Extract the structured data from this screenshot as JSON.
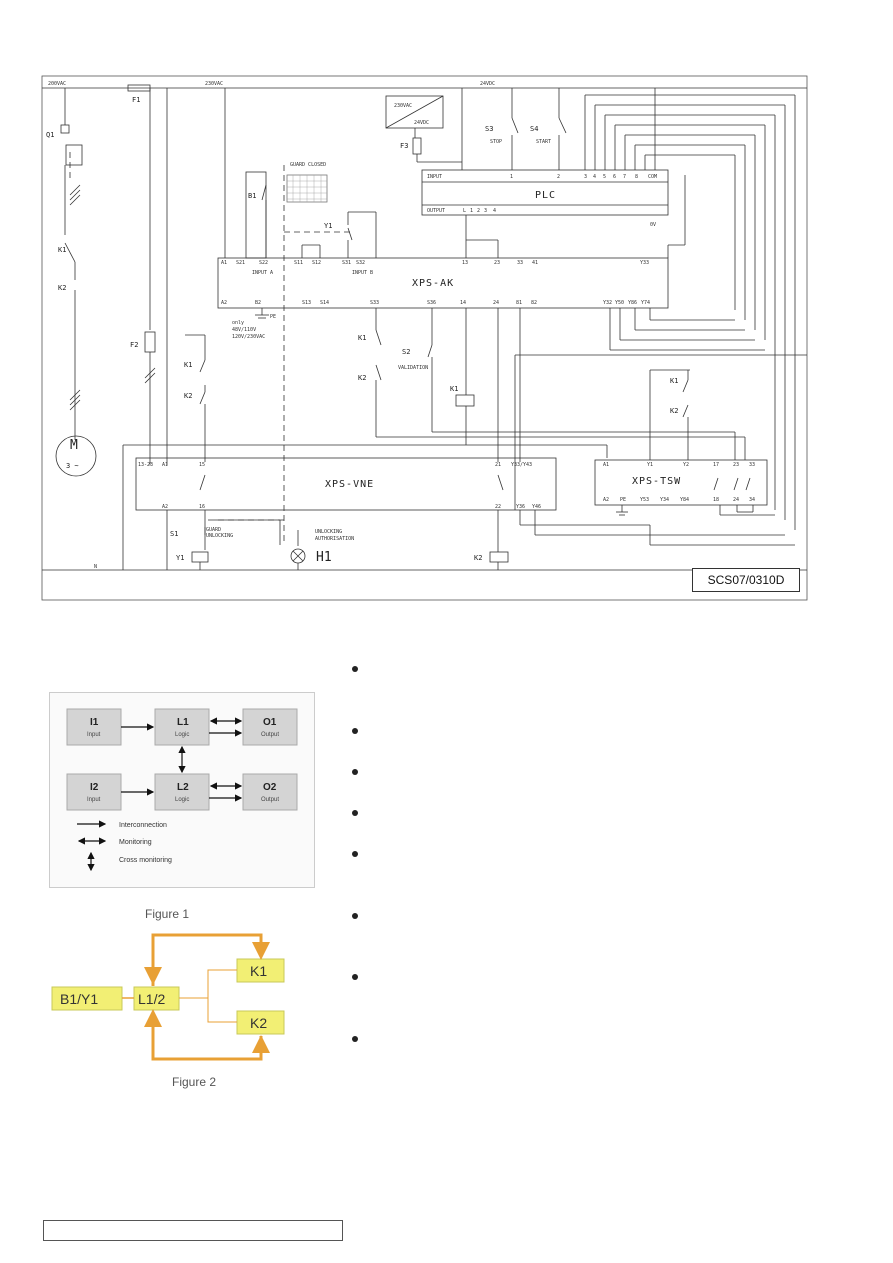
{
  "schematic": {
    "supply_labels": [
      "200VAC",
      "230VAC",
      "24VDC"
    ],
    "psu": {
      "in": "230VAC",
      "out": "24VDC"
    },
    "devices": {
      "q1": "Q1",
      "f1": "F1",
      "f2": "F2",
      "f3": "F3",
      "k1": "K1",
      "k2": "K2",
      "b1": "B1",
      "y1": "Y1",
      "s1": "S1",
      "s2": "S2",
      "s3": "S3",
      "s4": "S4",
      "h1": "H1",
      "motor_m": "M",
      "motor_ph": "3 ~",
      "pe": "PE",
      "n": "N"
    },
    "annotations": {
      "guard_closed": "GUARD CLOSED",
      "stop": "STOP",
      "start": "START",
      "validation": "VALIDATION",
      "guard_unlocking": [
        "GUARD",
        "UNLOCKING"
      ],
      "unlocking_auth": [
        "UNLOCKING",
        "AUTHORISATION"
      ],
      "only_note": [
        "only",
        "48V/110V",
        "120V/230VAC"
      ],
      "ov": "0V",
      "input_a": "INPUT A",
      "input_b": "INPUT B"
    },
    "plc": {
      "name": "PLC",
      "input": "INPUT",
      "output": "OUTPUT",
      "in_terms": [
        "1",
        "2",
        "3",
        "4",
        "5",
        "6",
        "7",
        "8",
        "COM"
      ],
      "out_terms": [
        "L",
        "1",
        "2",
        "3",
        "4"
      ],
      "ov": "0V"
    },
    "xps_ak": {
      "name": "XPS-AK",
      "top_terms": [
        "A1",
        "S21",
        "S22",
        "S11",
        "S12",
        "S31",
        "S32",
        "13",
        "23",
        "33",
        "41",
        "Y33"
      ],
      "bot_terms": [
        "A2",
        "B2",
        "S13",
        "S14",
        "S33",
        "S36",
        "14",
        "24",
        "81",
        "82",
        "Y32",
        "Y50",
        "Y86",
        "Y74"
      ]
    },
    "xps_vne": {
      "name": "XPS-VNE",
      "top_terms": [
        "13-23",
        "A1",
        "15",
        "21",
        "Y33/Y43"
      ],
      "bot_terms": [
        "A2",
        "16",
        "22",
        "Y36",
        "Y46"
      ]
    },
    "xps_tsw": {
      "name": "XPS-TSW",
      "top_terms": [
        "A1",
        "Y1",
        "Y2",
        "17",
        "23",
        "33"
      ],
      "bot_terms": [
        "A2",
        "PE",
        "Y53",
        "Y34",
        "Y84",
        "18",
        "24",
        "34"
      ]
    },
    "reference": "SCS07/0310D"
  },
  "figure1": {
    "caption": "Figure 1",
    "blocks": [
      {
        "id": "I1",
        "sub": "Input"
      },
      {
        "id": "L1",
        "sub": "Logic"
      },
      {
        "id": "O1",
        "sub": "Output"
      },
      {
        "id": "I2",
        "sub": "Input"
      },
      {
        "id": "L2",
        "sub": "Logic"
      },
      {
        "id": "O2",
        "sub": "Output"
      }
    ],
    "legend": [
      "Interconnection",
      "Monitoring",
      "Cross monitoring"
    ]
  },
  "figure2": {
    "caption": "Figure 2",
    "blocks": [
      "B1/Y1",
      "L1/2",
      "K1",
      "K2"
    ],
    "colors": {
      "block_fill": "#f2ef74",
      "block_border": "#c8c85a",
      "arrow": "#e8a035"
    }
  },
  "bullets_count": 8
}
